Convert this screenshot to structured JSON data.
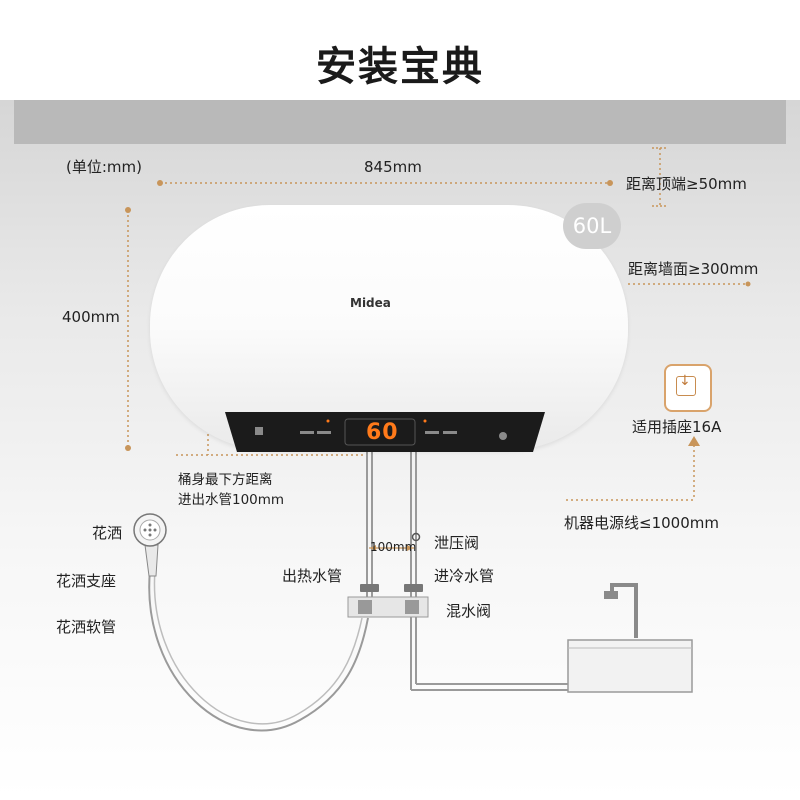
{
  "title": "安装宝典",
  "unit": "(单位:mm)",
  "tank_badge": "60L",
  "logo": "Midea",
  "display": "60",
  "dimensions": {
    "width": "845mm",
    "height": "400mm",
    "top_clearance": "距离顶端≥50mm",
    "wall_clearance": "距离墙面≥300mm",
    "bottom_to_pipe": "桶身最下方距离",
    "bottom_to_pipe_2": "进出水管100mm",
    "pipe_spacing": "100mm"
  },
  "outlet_label": "适用插座16A",
  "power_cord": "机器电源线≤1000mm",
  "parts": {
    "shower": "花洒",
    "shower_holder": "花洒支座",
    "shower_hose": "花洒软管",
    "hot_out": "出热水管",
    "relief_valve": "泄压阀",
    "cold_in": "进冷水管",
    "mixer": "混水阀"
  },
  "colors": {
    "accent": "#c8955a",
    "display": "#ff7a1a",
    "ceiling": "#b9b9b9"
  }
}
